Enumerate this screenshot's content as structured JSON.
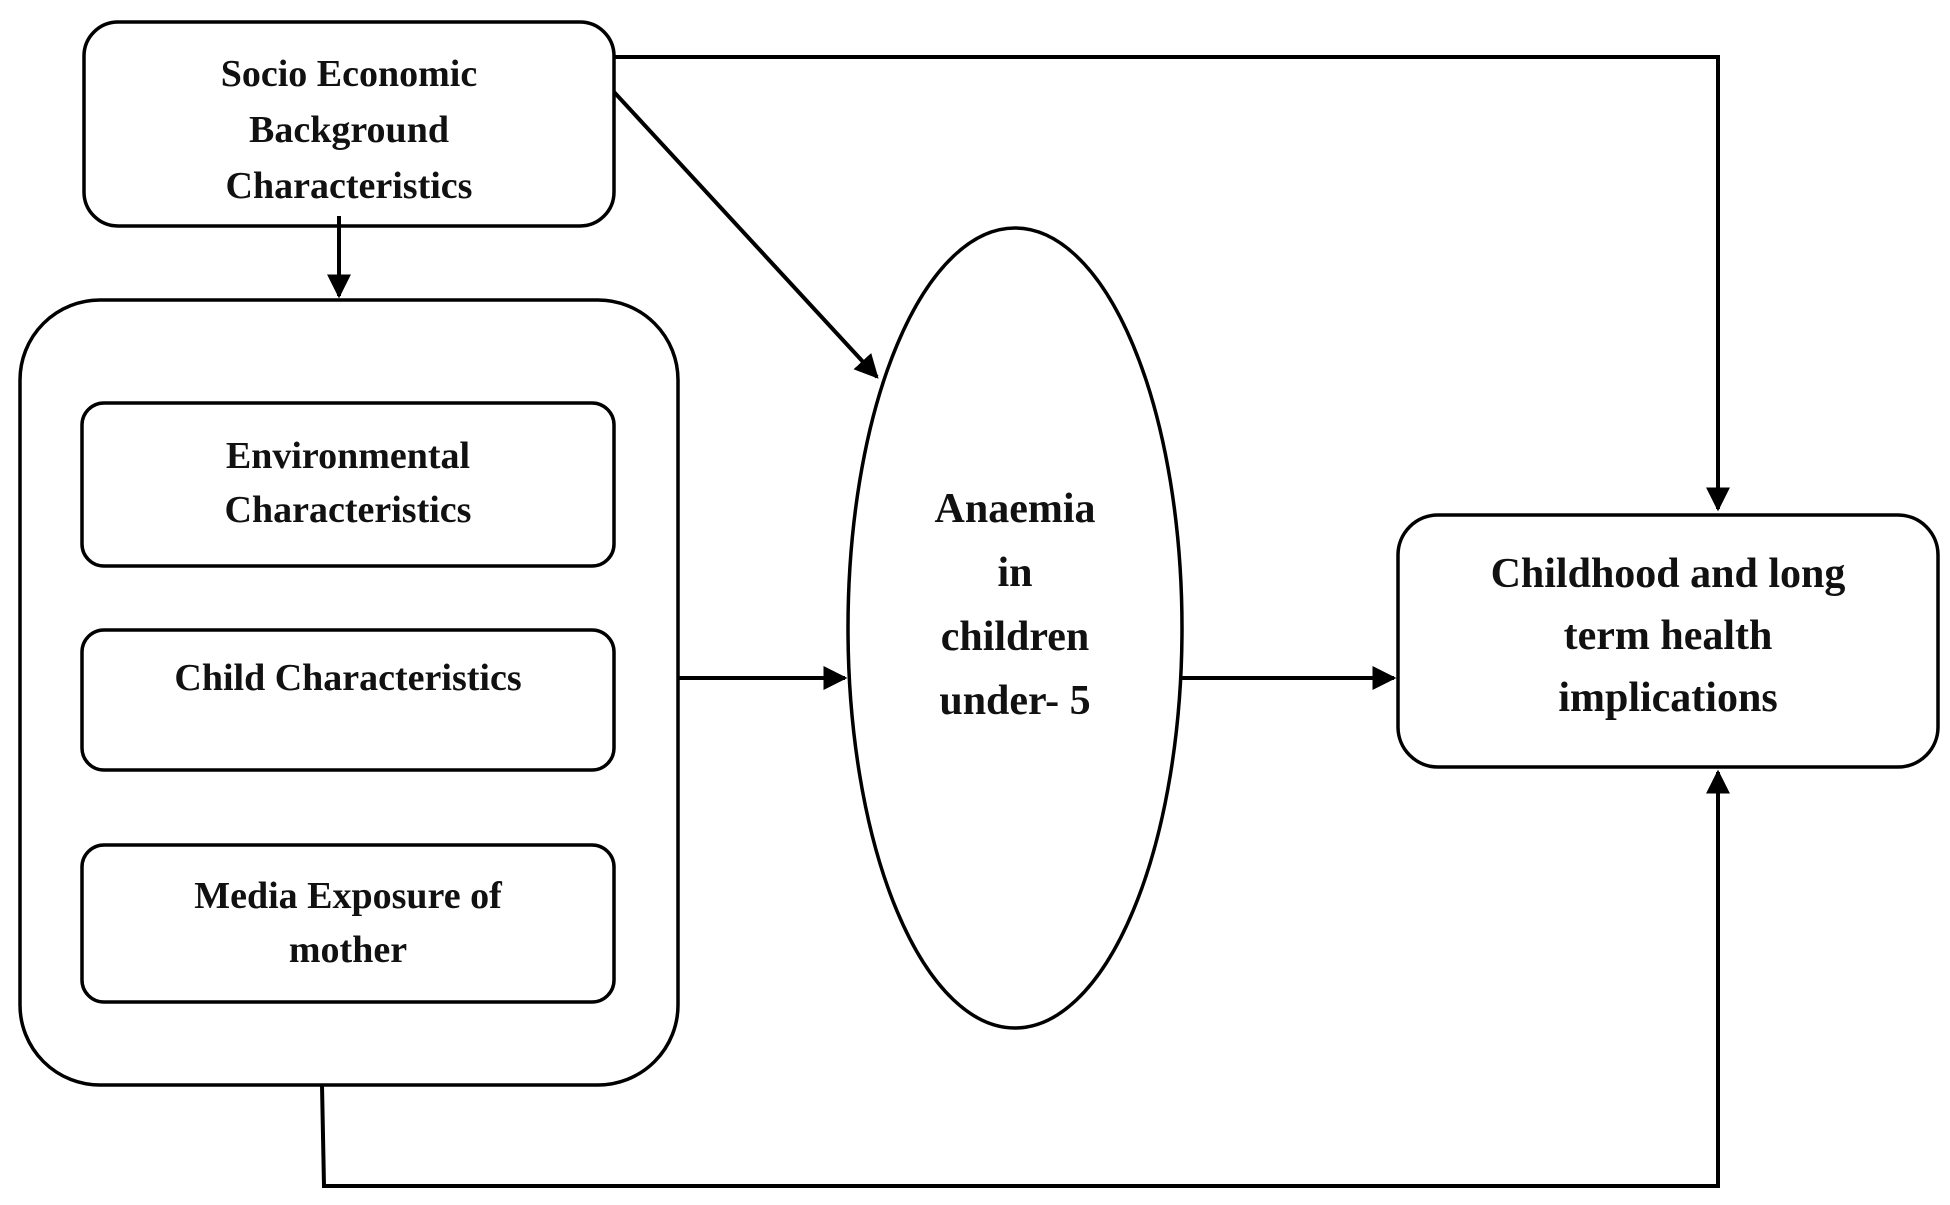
{
  "diagram": {
    "nodes": {
      "socio_economic": {
        "lines": [
          "Socio Economic",
          "Background",
          "Characteristics"
        ]
      },
      "environmental": {
        "lines": [
          "Environmental",
          "Characteristics"
        ]
      },
      "child": {
        "lines": [
          "Child Characteristics"
        ]
      },
      "media": {
        "lines": [
          "Media Exposure of",
          "mother"
        ]
      },
      "anaemia": {
        "lines": [
          "Anaemia",
          "in",
          "children",
          "under- 5"
        ]
      },
      "implications": {
        "lines": [
          "Childhood and long",
          "term health",
          "implications"
        ]
      }
    },
    "edges": [
      {
        "from": "socio_economic",
        "to": "factor_group"
      },
      {
        "from": "socio_economic",
        "to": "anaemia"
      },
      {
        "from": "socio_economic",
        "to": "implications"
      },
      {
        "from": "factor_group",
        "to": "anaemia"
      },
      {
        "from": "factor_group",
        "to": "implications"
      },
      {
        "from": "anaemia",
        "to": "implications"
      }
    ]
  }
}
